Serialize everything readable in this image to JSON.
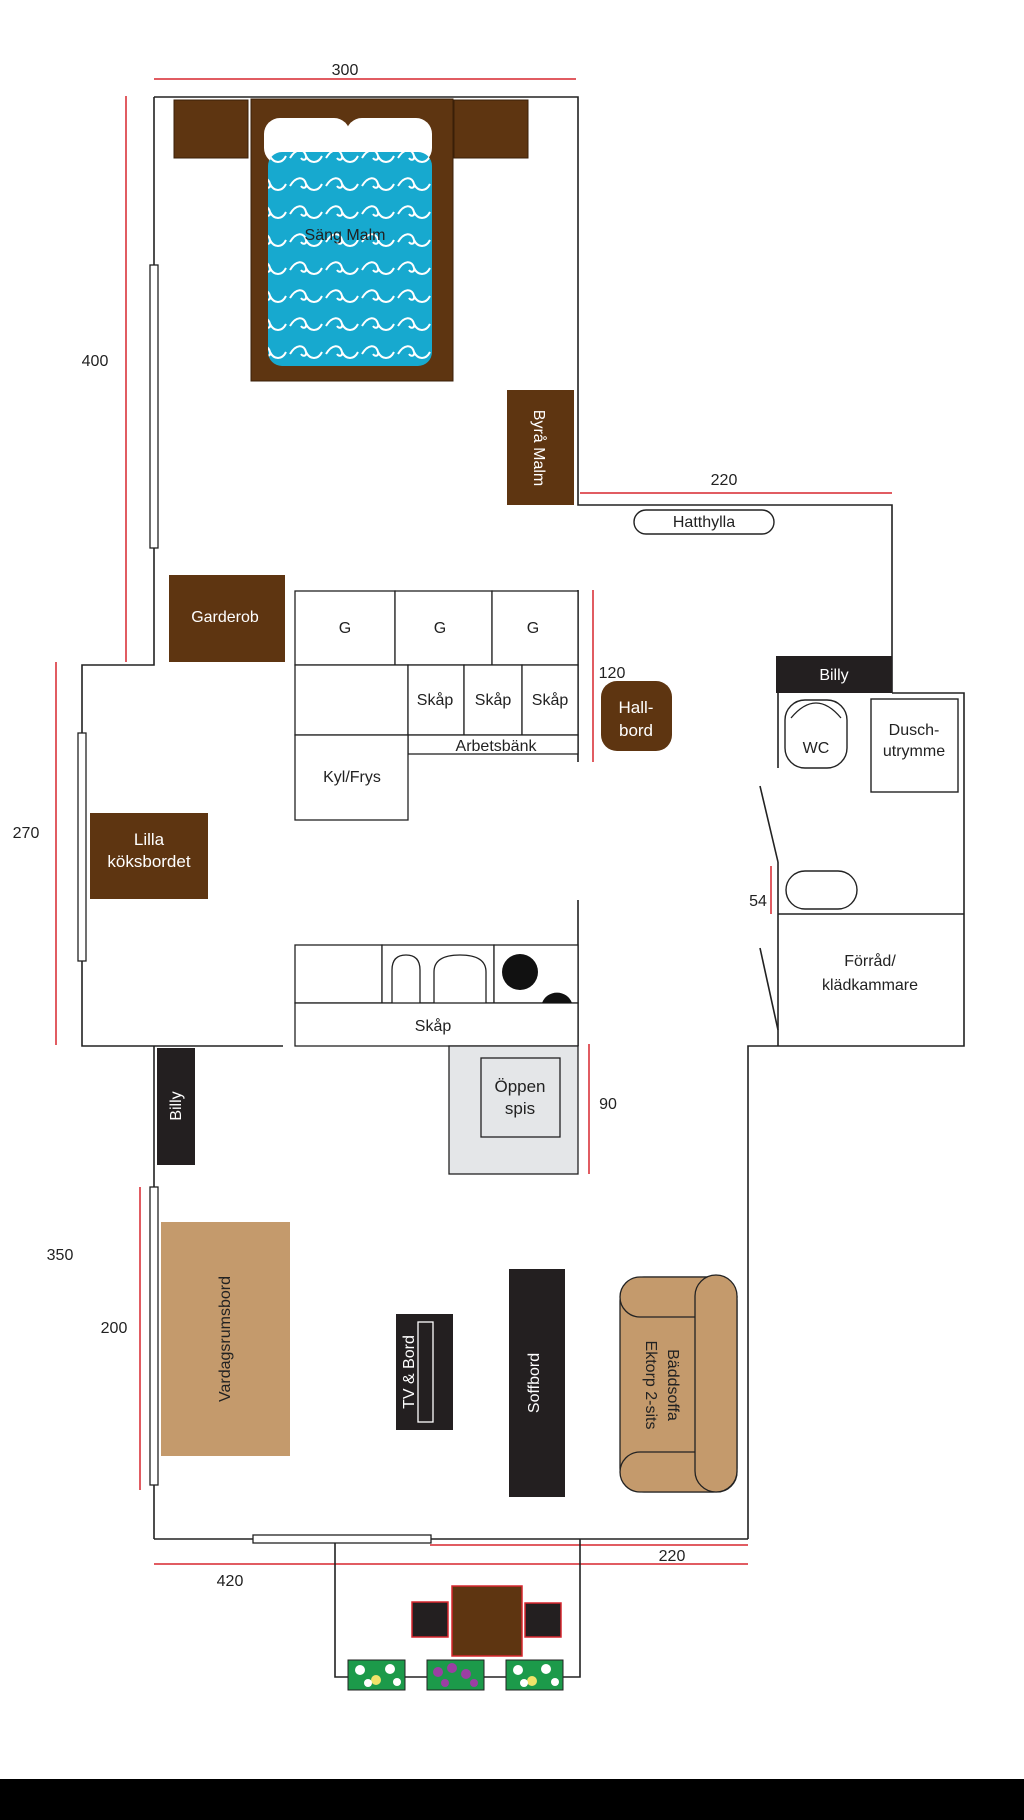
{
  "colors": {
    "wall": "#222222",
    "dimension": "#d7262e",
    "wood_dark": "#5e3511",
    "black": "#231f20",
    "sofa": "#c49a6c",
    "table": "#c49a6c",
    "bed_cover": "#17a9cf",
    "fireplace": "#e4e6e8",
    "planter": "#1c9a4a",
    "white": "#ffffff"
  },
  "dimensions": {
    "top_width": "300",
    "bedroom_height": "400",
    "hall_width": "220",
    "counter_height": "120",
    "kitchen_height": "270",
    "bath_small": "54",
    "fireplace_height": "90",
    "living_height": "350",
    "window_height": "200",
    "bottom_left_width": "420",
    "bottom_right_width": "220"
  },
  "furniture": {
    "bed": "Säng Malm",
    "dresser": "Byrå Malm",
    "hat_shelf": "Hatthylla",
    "wardrobe": "Garderob",
    "cabinet_g1": "G",
    "cabinet_g2": "G",
    "cabinet_g3": "G",
    "cupboard_1": "Skåp",
    "cupboard_2": "Skåp",
    "cupboard_3": "Skåp",
    "workbench": "Arbetsbänk",
    "fridge": "Kyl/Frys",
    "hall_table_line1": "Hall-",
    "hall_table_line2": "bord",
    "billy_top": "Billy",
    "wc": "WC",
    "shower_line1": "Dusch-",
    "shower_line2": "utrymme",
    "kitchen_table_line1": "Lilla",
    "kitchen_table_line2": "köksbordet",
    "storage_line1": "Förråd/",
    "storage_line2": "klädkammare",
    "bottom_cupboard": "Skåp",
    "fireplace_line1": "Öppen",
    "fireplace_line2": "spis",
    "billy_side": "Billy",
    "dining_table": "Vardagsrumsbord",
    "tv": "TV & Bord",
    "coffee_table": "Soffbord",
    "sofa_line1": "Bäddsoffa",
    "sofa_line2": "Ektorp 2-sits"
  }
}
